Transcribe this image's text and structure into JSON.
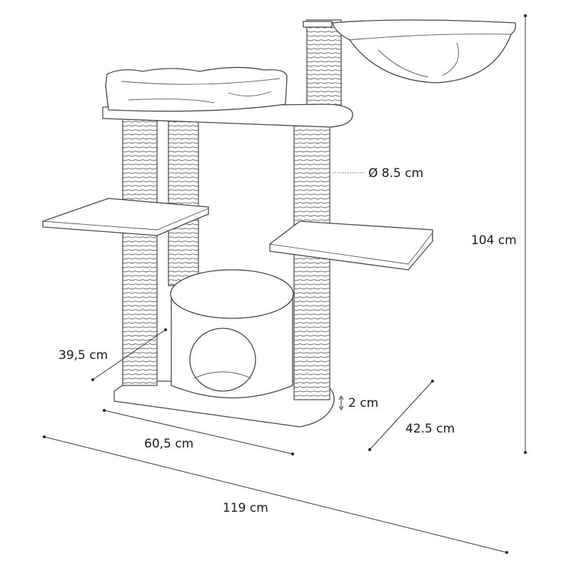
{
  "diagram": {
    "colors": {
      "outline": "#444444",
      "text": "#1a1a1a",
      "background": "#ffffff"
    },
    "dimensions": {
      "total_height": "104 cm",
      "total_width": "119 cm",
      "base_width": "60,5 cm",
      "base_depth": "39,5 cm",
      "depth": "42.5 cm",
      "base_thickness": "2 cm",
      "post_diameter": "Ø 8.5 cm"
    }
  }
}
